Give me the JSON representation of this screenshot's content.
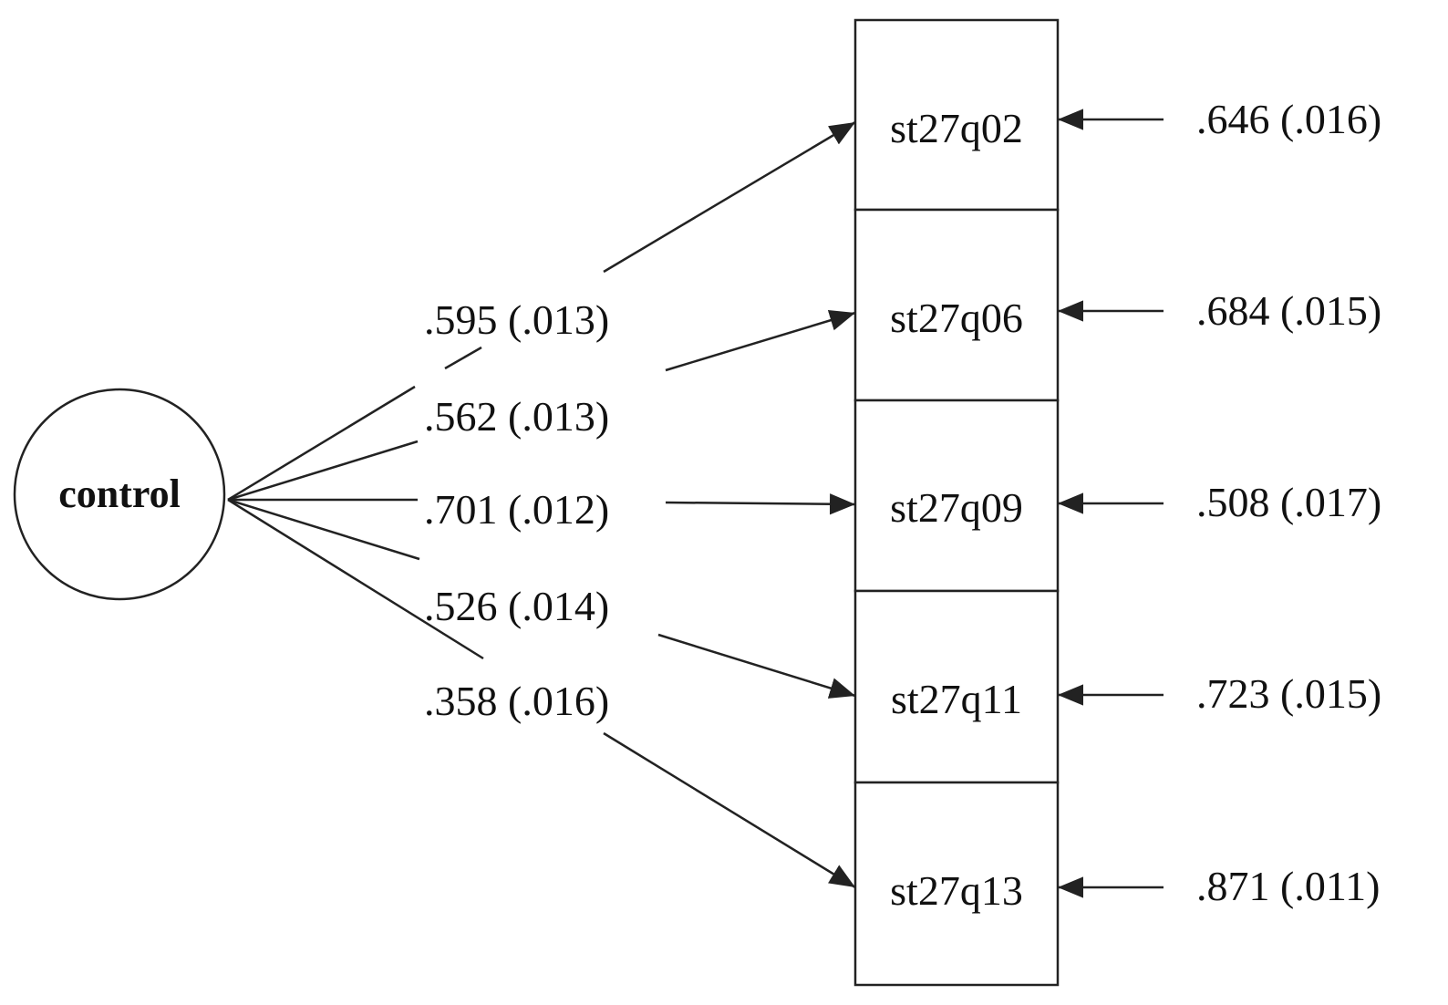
{
  "latent": {
    "name": "control"
  },
  "indicators": [
    {
      "name": "st27q02",
      "loading": ".595 (.013)",
      "residual": ".646 (.016)"
    },
    {
      "name": "st27q06",
      "loading": ".562 (.013)",
      "residual": ".684 (.015)"
    },
    {
      "name": "st27q09",
      "loading": ".701 (.012)",
      "residual": ".508 (.017)"
    },
    {
      "name": "st27q11",
      "loading": ".526 (.014)",
      "residual": ".723 (.015)"
    },
    {
      "name": "st27q13",
      "loading": ".358 (.016)",
      "residual": ".871 (.011)"
    }
  ],
  "colors": {
    "stroke": "#222222",
    "text": "#111111",
    "background": "#ffffff"
  }
}
